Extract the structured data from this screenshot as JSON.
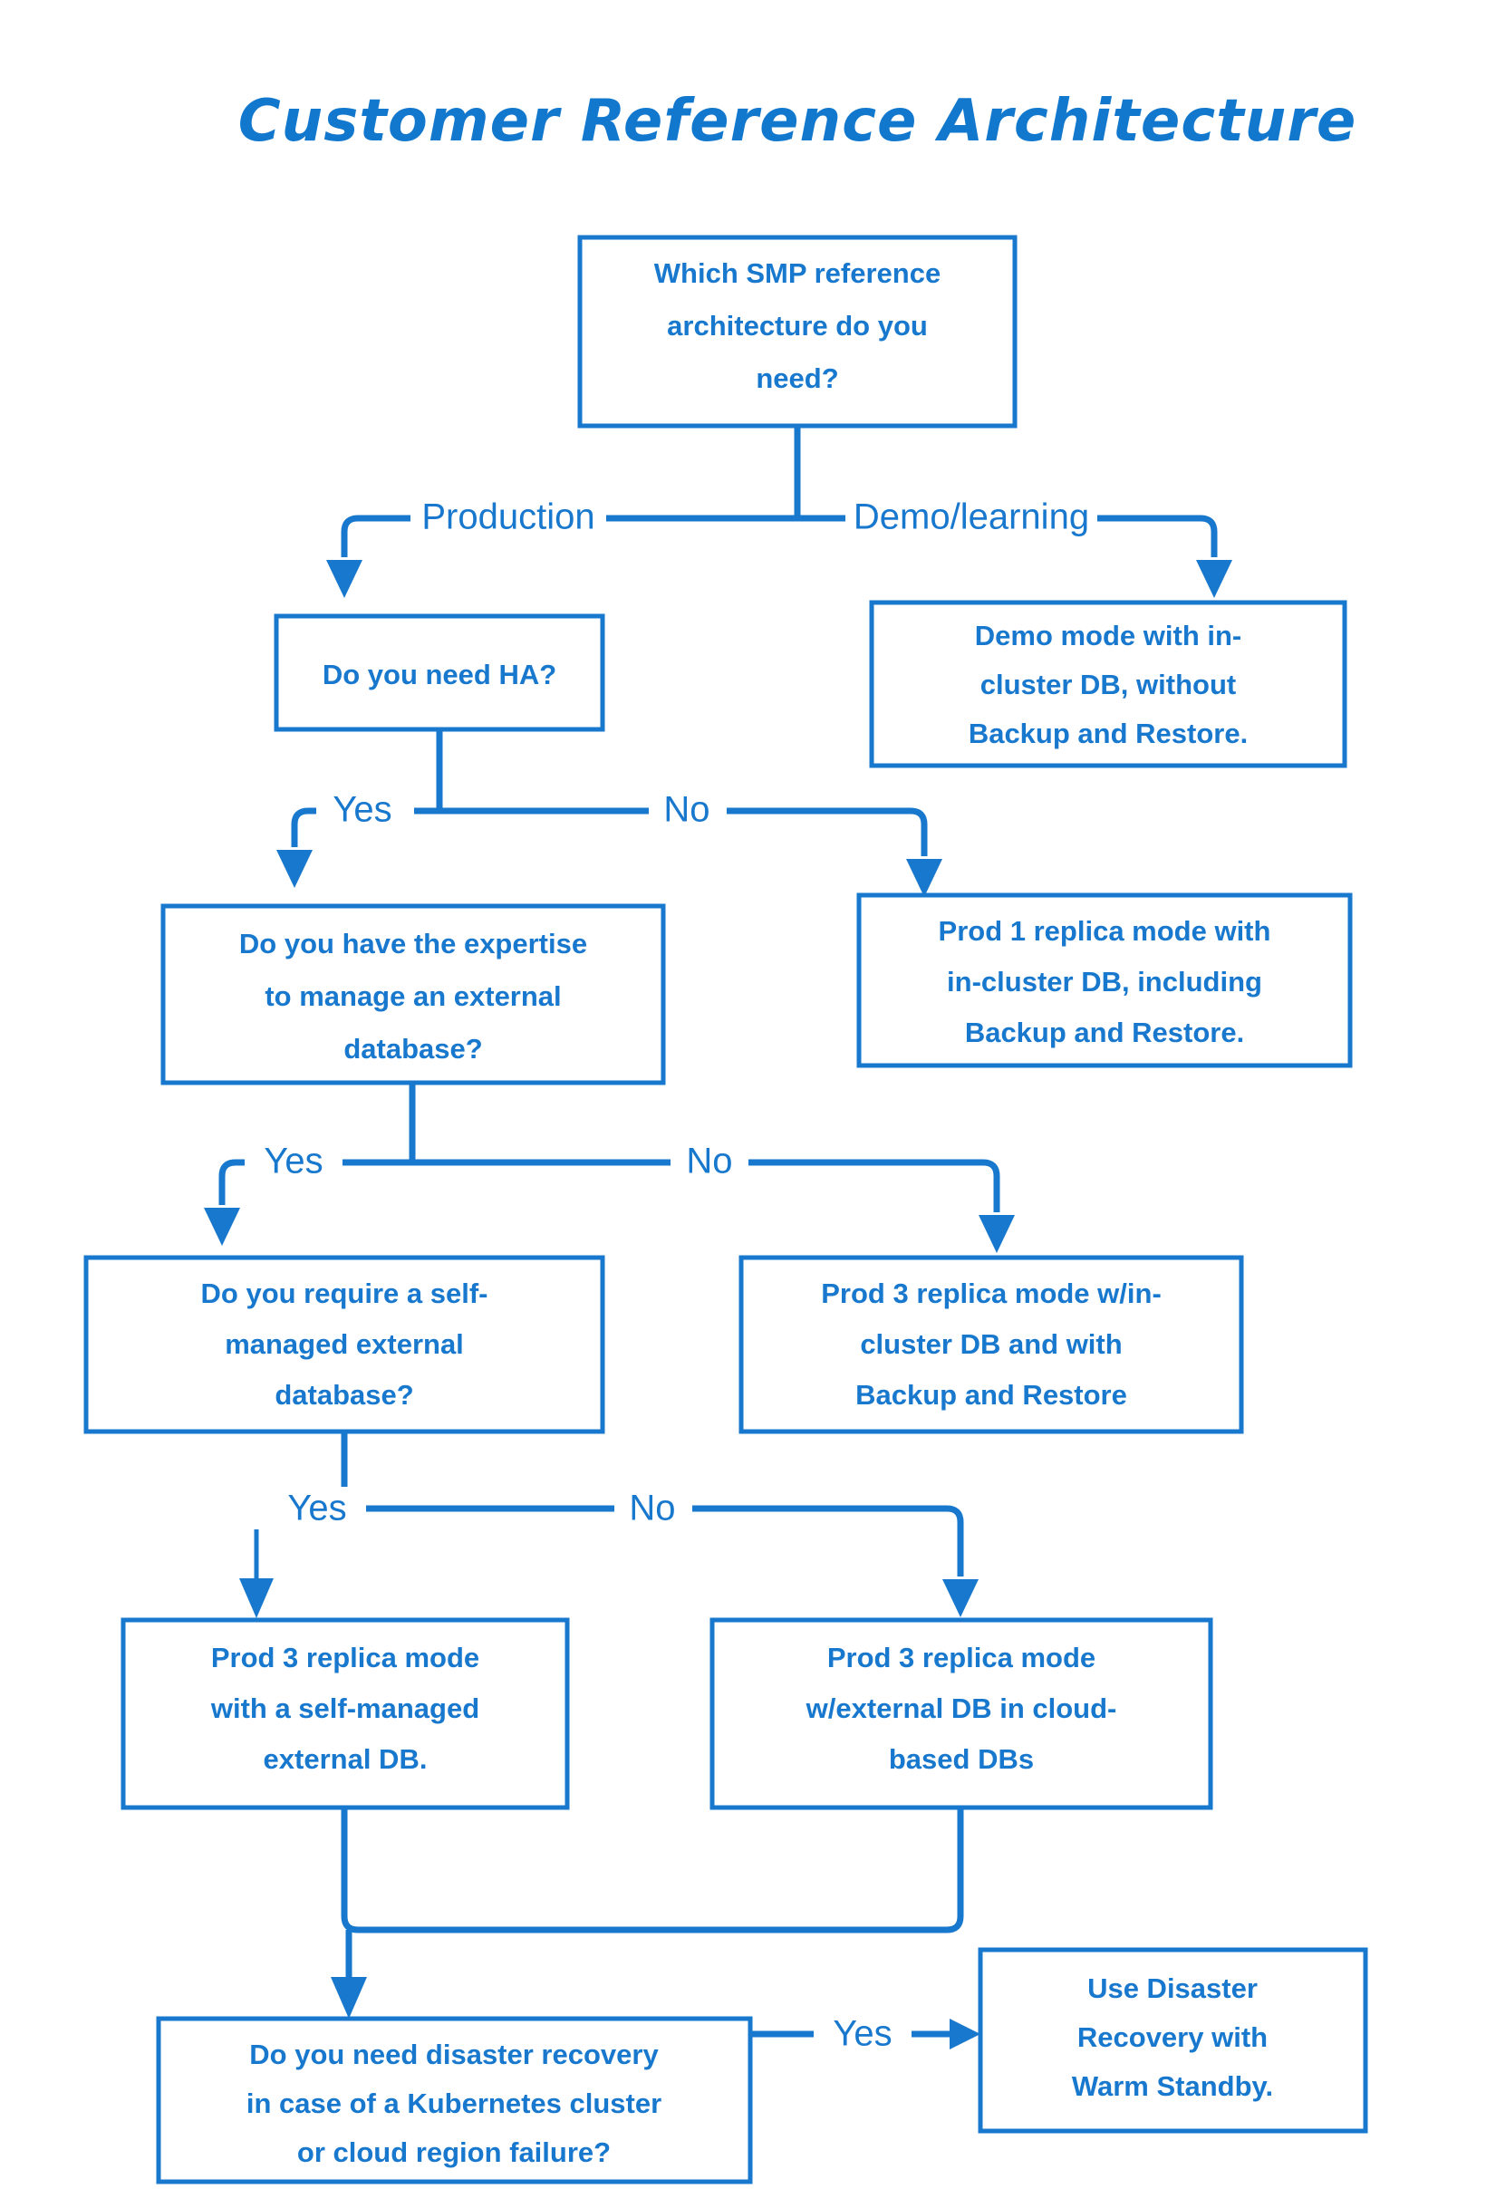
{
  "title": "Customer Reference Architecture",
  "colors": {
    "accent": "#1878CE",
    "title": "#1278CE",
    "background": "#FFFFFF"
  },
  "nodes": {
    "root": {
      "id": "which-smp-reference",
      "lines": [
        "Which SMP reference",
        "architecture do you",
        "need?"
      ]
    },
    "demo_mode": {
      "id": "demo-mode",
      "lines": [
        "Demo mode with in-",
        "cluster DB, without",
        "Backup and Restore."
      ]
    },
    "need_ha": {
      "id": "do-you-need-ha",
      "lines": [
        "Do you need HA?"
      ]
    },
    "prod1": {
      "id": "prod-1-replica",
      "lines": [
        "Prod 1 replica mode with",
        "in-cluster DB, including",
        "Backup and Restore."
      ]
    },
    "expertise": {
      "id": "do-you-have-expertise",
      "lines": [
        "Do you have the expertise",
        "to manage an external",
        "database?"
      ]
    },
    "prod3_incluster": {
      "id": "prod-3-replica-in-cluster",
      "lines": [
        "Prod 3 replica mode w/in-",
        "cluster DB and with",
        "Backup and Restore"
      ]
    },
    "self_managed_q": {
      "id": "do-you-require-self-managed",
      "lines": [
        "Do you require a self-",
        "managed external",
        "database?"
      ]
    },
    "prod3_selfmanaged": {
      "id": "prod-3-replica-self-managed",
      "lines": [
        "Prod 3 replica mode",
        "with a self-managed",
        "external DB."
      ]
    },
    "prod3_cloud": {
      "id": "prod-3-replica-cloud",
      "lines": [
        "Prod 3 replica mode",
        "w/external DB in cloud-",
        "based DBs"
      ]
    },
    "disaster_q": {
      "id": "do-you-need-disaster-recovery",
      "lines": [
        "Do you need disaster recovery",
        "in case of a Kubernetes cluster",
        "or cloud region failure?"
      ]
    },
    "warm_standby": {
      "id": "use-disaster-recovery-warm-standby",
      "lines": [
        "Use Disaster",
        "Recovery with",
        "Warm Standby."
      ]
    }
  },
  "edge_labels": {
    "production": "Production",
    "demo_learning": "Demo/learning",
    "ha_yes": "Yes",
    "ha_no": "No",
    "expertise_yes": "Yes",
    "expertise_no": "No",
    "selfmanaged_yes": "Yes",
    "selfmanaged_no": "No",
    "disaster_yes": "Yes"
  },
  "chart_data": {
    "type": "diagram",
    "diagram_type": "flowchart",
    "title": "Customer Reference Architecture",
    "orientation": "top-down",
    "nodes": [
      {
        "id": "which-smp-reference",
        "kind": "decision",
        "text": "Which SMP reference architecture do you need?"
      },
      {
        "id": "do-you-need-ha",
        "kind": "decision",
        "text": "Do you need HA?"
      },
      {
        "id": "demo-mode",
        "kind": "terminal",
        "text": "Demo mode with in-cluster DB, without Backup and Restore."
      },
      {
        "id": "prod-1-replica",
        "kind": "terminal",
        "text": "Prod 1 replica mode with in-cluster DB, including Backup and Restore."
      },
      {
        "id": "do-you-have-expertise",
        "kind": "decision",
        "text": "Do you have the expertise to manage an external database?"
      },
      {
        "id": "prod-3-replica-in-cluster",
        "kind": "terminal",
        "text": "Prod 3 replica mode w/in-cluster DB and with Backup and Restore"
      },
      {
        "id": "do-you-require-self-managed",
        "kind": "decision",
        "text": "Do you require a self-managed external database?"
      },
      {
        "id": "prod-3-replica-self-managed",
        "kind": "terminal",
        "text": "Prod 3 replica mode with a self-managed external DB."
      },
      {
        "id": "prod-3-replica-cloud",
        "kind": "terminal",
        "text": "Prod 3 replica mode w/external DB in cloud-based DBs"
      },
      {
        "id": "do-you-need-disaster-recovery",
        "kind": "decision",
        "text": "Do you need disaster recovery in case of a Kubernetes cluster or cloud region failure?"
      },
      {
        "id": "use-disaster-recovery-warm-standby",
        "kind": "terminal",
        "text": "Use Disaster Recovery with Warm Standby."
      }
    ],
    "edges": [
      {
        "from": "which-smp-reference",
        "to": "do-you-need-ha",
        "label": "Production"
      },
      {
        "from": "which-smp-reference",
        "to": "demo-mode",
        "label": "Demo/learning"
      },
      {
        "from": "do-you-need-ha",
        "to": "do-you-have-expertise",
        "label": "Yes"
      },
      {
        "from": "do-you-need-ha",
        "to": "prod-1-replica",
        "label": "No"
      },
      {
        "from": "do-you-have-expertise",
        "to": "do-you-require-self-managed",
        "label": "Yes"
      },
      {
        "from": "do-you-have-expertise",
        "to": "prod-3-replica-in-cluster",
        "label": "No"
      },
      {
        "from": "do-you-require-self-managed",
        "to": "prod-3-replica-self-managed",
        "label": "Yes"
      },
      {
        "from": "do-you-require-self-managed",
        "to": "prod-3-replica-cloud",
        "label": "No"
      },
      {
        "from": "prod-3-replica-self-managed",
        "to": "do-you-need-disaster-recovery",
        "label": ""
      },
      {
        "from": "prod-3-replica-cloud",
        "to": "do-you-need-disaster-recovery",
        "label": ""
      },
      {
        "from": "do-you-need-disaster-recovery",
        "to": "use-disaster-recovery-warm-standby",
        "label": "Yes"
      }
    ]
  }
}
